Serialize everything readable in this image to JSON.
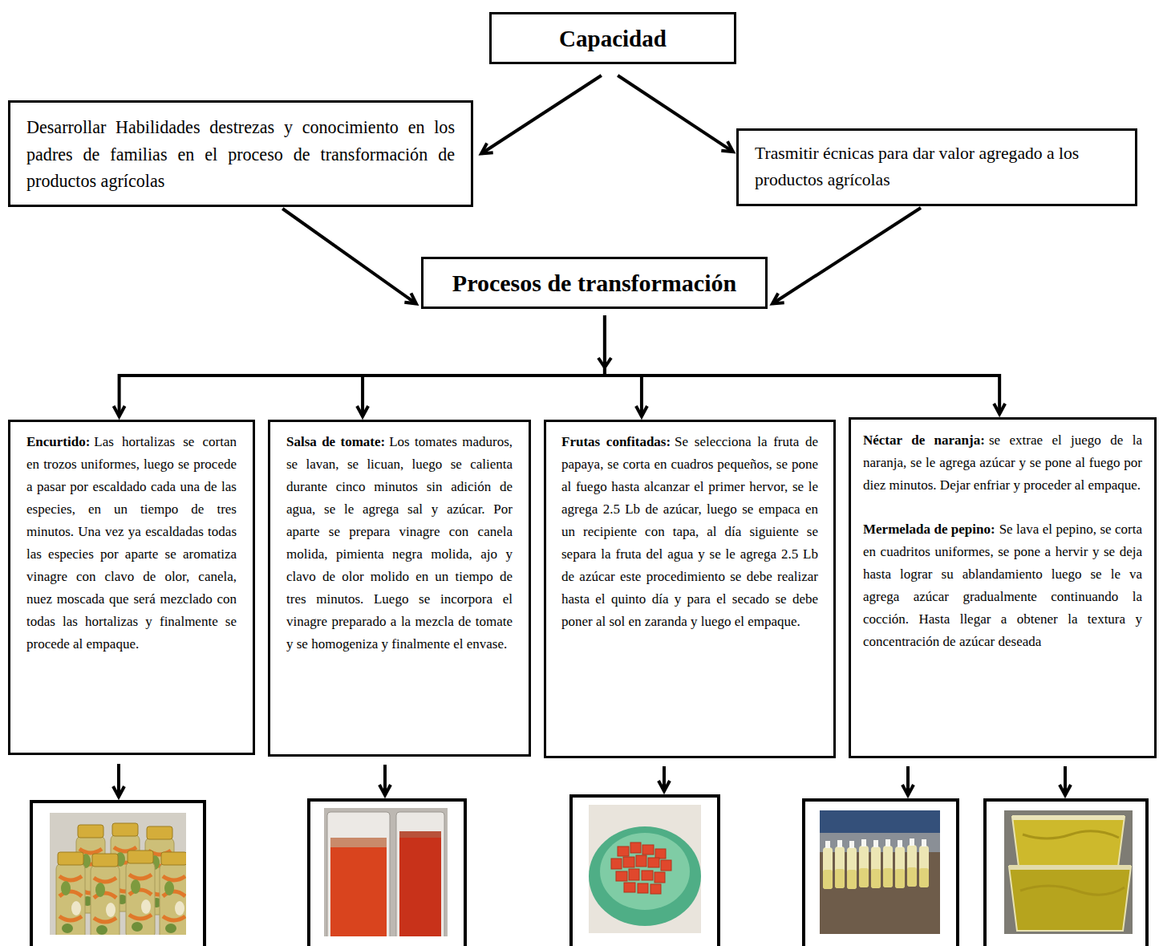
{
  "diagram": {
    "nodes": [
      {
        "text": [
          "Capacidad"
        ]
      },
      {
        "text": [
          "Desarrollar Habilidades destrezas y conocimiento en los padres de familias en el proceso de transformación de productos agrícolas"
        ]
      },
      {
        "text": [
          "Trasmitir écnicas para dar valor agregado a los productos agrícolas"
        ]
      },
      {
        "text": [
          "Procesos de transformación"
        ]
      },
      {
        "text": [
          "Encurtido:",
          "Las hortalizas se cortan en trozos uniformes, luego se procede a pasar por escaldado cada una de las especies, en un tiempo de tres minutos. Una vez ya escaldadas todas las especies por aparte se aromatiza vinagre con clavo de olor, canela, nuez moscada que será mezclado con todas las hortalizas y finalmente se procede al empaque."
        ]
      },
      {
        "text": [
          "Salsa de tomate:",
          "Los tomates maduros, se lavan, se licuan, luego se calienta durante cinco minutos sin adición de agua, se le agrega sal y azúcar. Por aparte se prepara vinagre con canela molida, pimienta negra molida, ajo y clavo de olor molido en un tiempo de tres minutos. Luego se incorpora el vinagre preparado a la mezcla de tomate y se homogeniza y finalmente el envase."
        ]
      },
      {
        "text": [
          "Frutas confitadas:",
          "Se selecciona la fruta de papaya, se corta en cuadros pequeños, se pone al fuego hasta alcanzar el primer hervor, se le agrega 2.5 Lb de azúcar, luego se empaca en un recipiente con tapa, al día siguiente se separa la fruta del agua y se le agrega 2.5 Lb de azúcar este procedimiento se debe realizar hasta el quinto día y para el secado se debe poner al sol en zaranda y luego el empaque."
        ]
      },
      {
        "text": [
          "Néctar de naranja:",
          "se extrae el juego de la naranja, se le agrega azúcar y se pone al fuego por diez minutos. Dejar enfriar y proceder al empaque.",
          "Mermelada de pepino:",
          "Se lava el pepino, se corta en cuadritos uniformes, se pone a hervir y se deja hasta lograr su ablandamiento luego se le va agrega azúcar gradualmente continuando la cocción. Hasta llegar a obtener la textura y concentración de azúcar deseada"
        ]
      }
    ],
    "edges": [
      {
        "from": 0,
        "to": 1,
        "arrow": "to"
      },
      {
        "from": 0,
        "to": 2,
        "arrow": "to"
      },
      {
        "from": 1,
        "to": 3,
        "arrow": "to"
      },
      {
        "from": 2,
        "to": 3,
        "arrow": "to"
      },
      {
        "from": 3,
        "to": 4,
        "arrow": "to"
      },
      {
        "from": 3,
        "to": 5,
        "arrow": "to"
      },
      {
        "from": 3,
        "to": 6,
        "arrow": "to"
      },
      {
        "from": 3,
        "to": 7,
        "arrow": "to"
      }
    ]
  }
}
